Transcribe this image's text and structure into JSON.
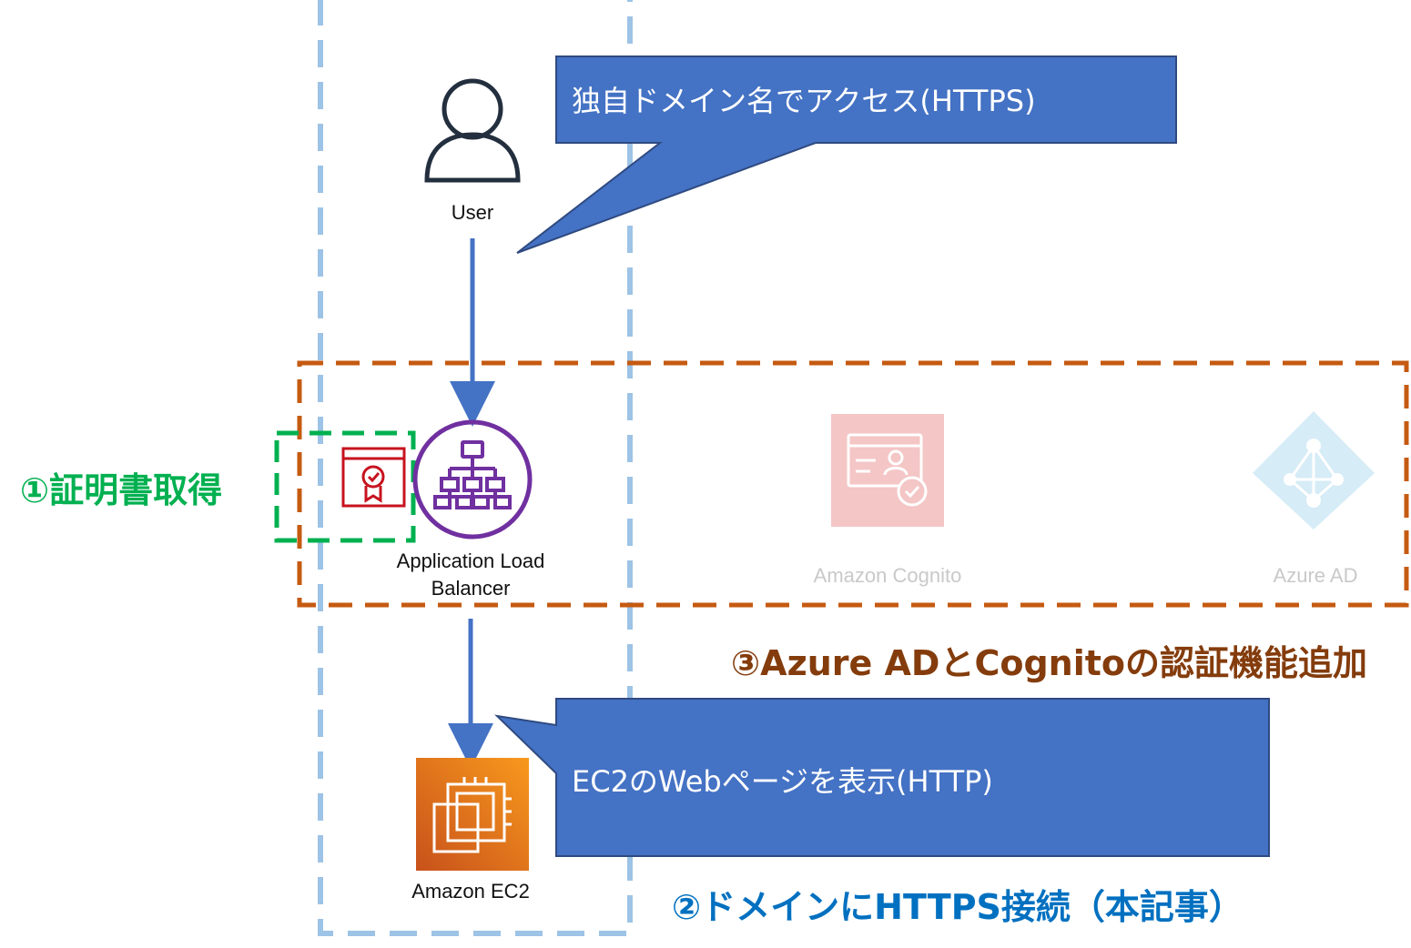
{
  "colors": {
    "scope_blue": "#9dc3e6",
    "scope_orange": "#c55a11",
    "scope_green": "#00b050",
    "callout_fill": "#4472c4",
    "callout_border": "#2f4a80",
    "arrow": "#4472c4",
    "alb_purple": "#7030a0",
    "cert_red": "#c7131f",
    "ec2_orange": "#ed7100",
    "cognito_pink": "#f4c6c6",
    "azure_blue": "#d6ecf7",
    "step1": "#00b050",
    "step2": "#0070c0",
    "step3": "#843c0c"
  },
  "nodes": {
    "user": {
      "label": "User",
      "icon": "user-icon"
    },
    "alb": {
      "label_line1": "Application Load",
      "label_line2": "Balancer",
      "icon": "load-balancer-icon"
    },
    "cert": {
      "icon": "certificate-icon"
    },
    "ec2": {
      "label": "Amazon EC2",
      "icon": "ec2-chip-icon"
    },
    "cognito": {
      "label": "Amazon Cognito",
      "icon": "cognito-icon"
    },
    "azure": {
      "label": "Azure AD",
      "icon": "azure-ad-icon"
    }
  },
  "callouts": {
    "https_access": "独自ドメイン名でアクセス(HTTPS)",
    "ec2_page": "EC2のWebページを表示(HTTP)"
  },
  "steps": {
    "step1": "①証明書取得",
    "step2": "②ドメインにHTTPS接続（本記事）",
    "step3": "③Azure ADとCognitoの認証機能追加"
  }
}
